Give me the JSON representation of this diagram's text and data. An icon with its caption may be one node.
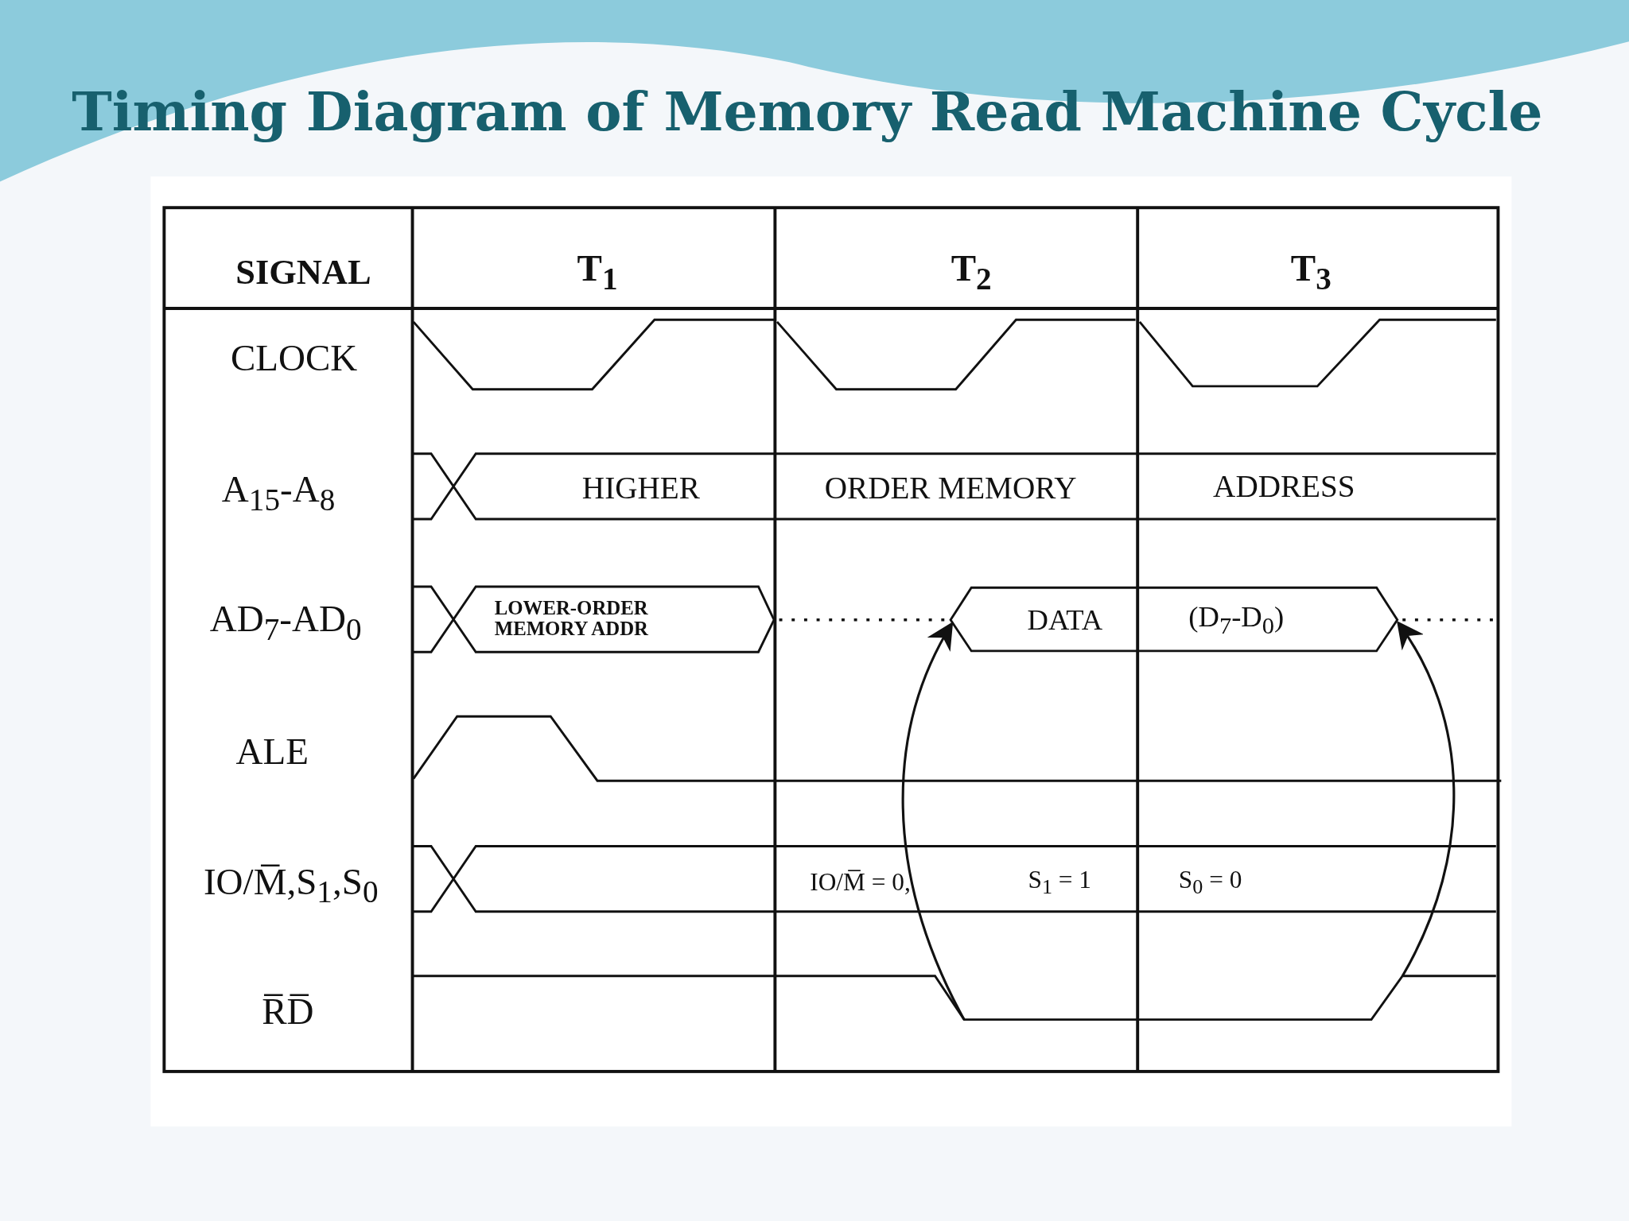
{
  "diagram": {
    "title": "Timing Diagram of Memory Read Machine Cycle",
    "nodes": [
      {
        "text": [
          "DATA",
          "(D$_{7}$-D$_{0}$)"
        ]
      },
      {
        "text": [],
        "shape": "line"
      }
    ],
    "edges": [
      {
        "from": 1,
        "to": 0,
        "arrow": "to"
      },
      {
        "from": 1,
        "to": 0,
        "arrow": "to"
      }
    ],
    "labels": [
      "SIGNAL",
      "T$_{1}$",
      "T$_{2}$",
      "T$_{3}$",
      "CLOCK",
      "A$_{15}$-A$_{8}$",
      "HIGHER",
      "ORDER MEMORY",
      "ADDRESS",
      "AD$_{7}$-AD$_{0}$",
      "LOWER-ORDER MEMORY ADDR",
      "ALE",
      "IO/M̅,S$_{1}$,S$_{0}$",
      "IO/M̅ = 0,",
      "S$_{1}$ = 1",
      "S$_{0}$ = 0",
      "R̅D̅"
    ]
  }
}
